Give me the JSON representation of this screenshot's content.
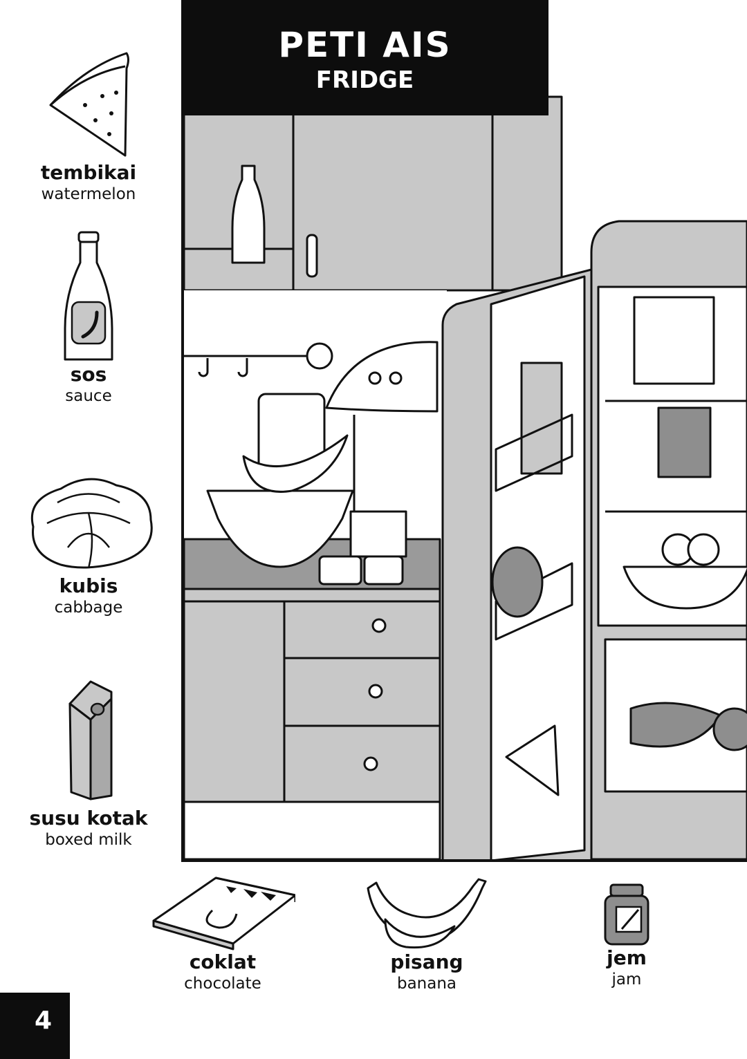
{
  "header": {
    "title_ms": "PETI AIS",
    "title_en": "FRIDGE"
  },
  "side_items": [
    {
      "ms": "tembikai",
      "en": "watermelon",
      "icon": "watermelon-icon"
    },
    {
      "ms": "sos",
      "en": "sauce",
      "icon": "sauce-bottle-icon"
    },
    {
      "ms": "kubis",
      "en": "cabbage",
      "icon": "cabbage-icon"
    },
    {
      "ms": "susu kotak",
      "en": "boxed milk",
      "icon": "milk-carton-icon"
    }
  ],
  "bottom_items": [
    {
      "ms": "coklat",
      "en": "chocolate",
      "icon": "chocolate-bar-icon"
    },
    {
      "ms": "pisang",
      "en": "banana",
      "icon": "banana-icon"
    },
    {
      "ms": "jem",
      "en": "jam",
      "icon": "jam-jar-icon"
    }
  ],
  "page_number": "4",
  "colors": {
    "ink": "#111111",
    "gray_fill": "#c8c8c8",
    "dark_fill": "#8e8e8e",
    "title_bg": "#0d0d0d"
  }
}
